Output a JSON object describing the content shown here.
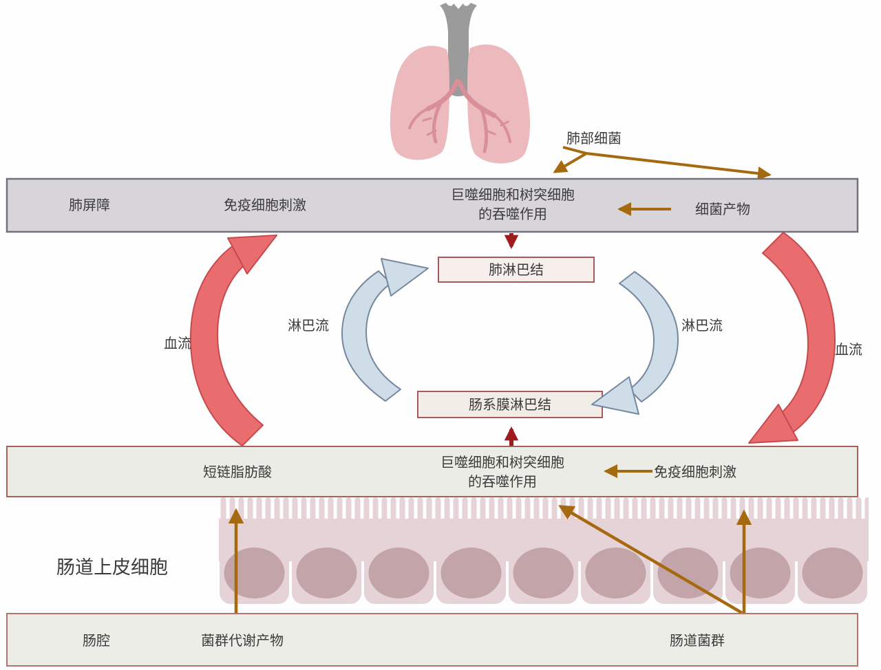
{
  "diagram": {
    "lung_bacteria_label": "肺部细菌",
    "lung_barrier_bar": {
      "name": "肺屏障",
      "immune_stimulation": "免疫细胞刺激",
      "phagocytosis_line1": "巨噬细胞和树突细胞",
      "phagocytosis_line2": "的吞噬作用",
      "bacterial_products": "细菌产物"
    },
    "lung_lymph_node": "肺淋巴结",
    "mesenteric_lymph_node": "肠系膜淋巴结",
    "lymph_flow_left": "淋巴流",
    "lymph_flow_right": "淋巴流",
    "blood_flow_left": "血流",
    "blood_flow_right": "血流",
    "gut_barrier_bar": {
      "scfa": "短链脂肪酸",
      "phagocytosis_line1": "巨噬细胞和树突细胞",
      "phagocytosis_line2": "的吞噬作用",
      "immune_stimulation": "免疫细胞刺激"
    },
    "intestinal_epithelium_label": "肠道上皮细胞",
    "gut_lumen_bar": {
      "name": "肠腔",
      "microbiota_metabolites": "菌群代谢产物",
      "gut_microbiota": "肠道菌群"
    },
    "colors": {
      "arrow_brown": "#a5690f",
      "arrow_dark_red": "#9e1b1e",
      "blood_flow_fill": "#e96d6e",
      "blood_flow_stroke": "#c6494d",
      "lymph_flow_fill": "#cfdde9",
      "lymph_flow_stroke": "#74889f",
      "lung_barrier_bar_fill": "#d8d5da",
      "lung_barrier_bar_stroke": "#73727c",
      "gut_barrier_bar_fill": "#ebece5",
      "gut_barrier_bar_stroke": "#a8625a",
      "gut_lumen_bar_fill": "#ecede7",
      "gut_lumen_bar_stroke": "#b3726d",
      "lymph_node_box_fill": "#f6efec",
      "lymph_node_box_stroke": "#a65a5e",
      "lung_fill": "#ecb9bd",
      "bronchi_color": "#d98f97",
      "trachea_fill": "#9b9b9b",
      "epithelial_cell_fill": "#e5d3d7",
      "nucleus_fill": "#c2a4a9"
    }
  }
}
